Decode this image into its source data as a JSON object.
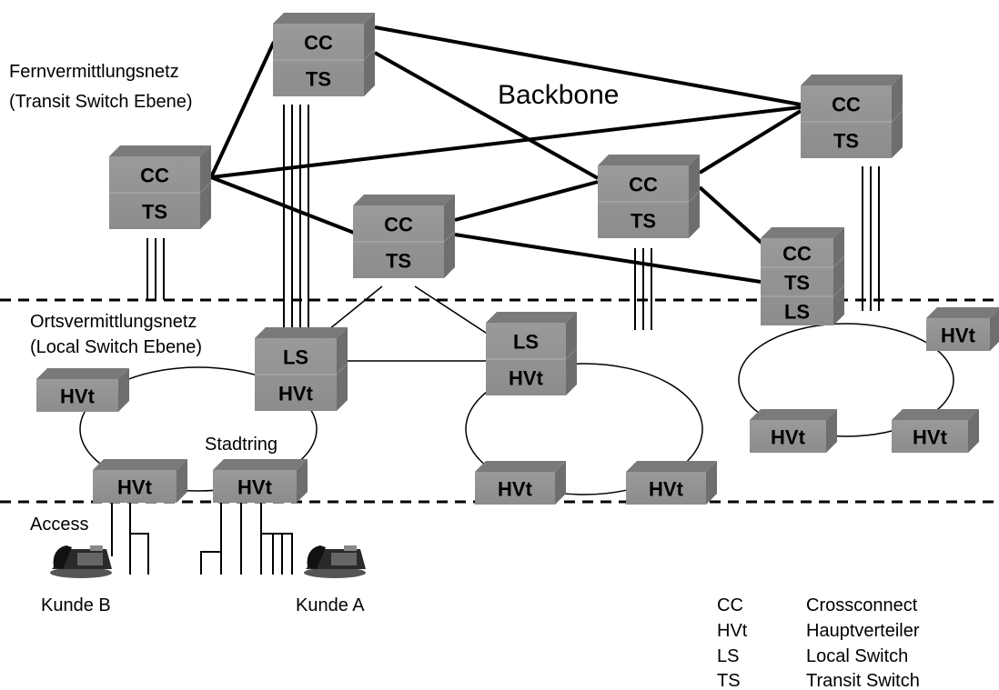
{
  "labels": {
    "backbone": "Backbone",
    "transit_line1": "Fernvermittlungsnetz",
    "transit_line2": "(Transit Switch Ebene)",
    "local_line1": "Ortsvermittlungsnetz",
    "local_line2": "(Local Switch Ebene)",
    "stadtring": "Stadtring",
    "access": "Access",
    "kunde_a": "Kunde A",
    "kunde_b": "Kunde B"
  },
  "nodes": {
    "cc": "CC",
    "ts": "TS",
    "ls": "LS",
    "hvt": "HVt"
  },
  "legend": [
    {
      "abbr": "CC",
      "text": "Crossconnect"
    },
    {
      "abbr": "HVt",
      "text": "Hauptverteiler"
    },
    {
      "abbr": "LS",
      "text": "Local Switch"
    },
    {
      "abbr": "TS",
      "text": "Transit Switch"
    }
  ],
  "icons": {
    "phone": "telephone-icon"
  }
}
